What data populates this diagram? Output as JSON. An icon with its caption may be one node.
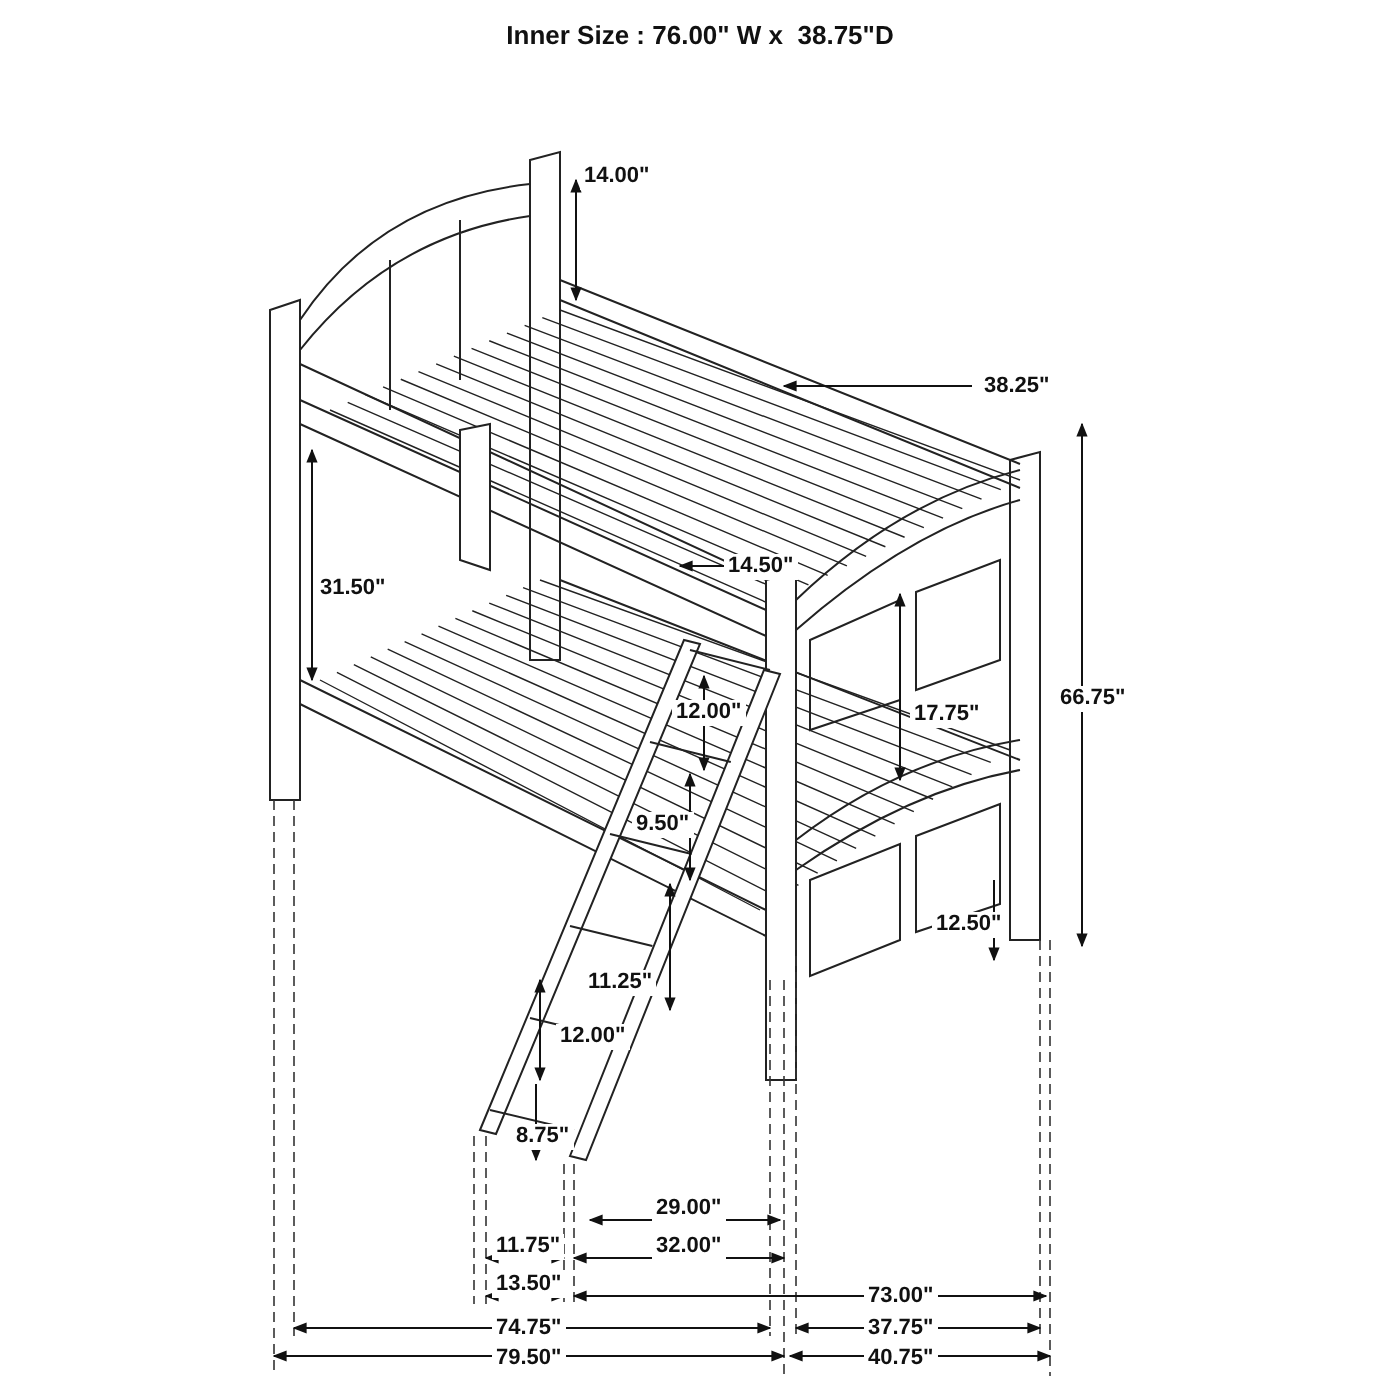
{
  "diagram": {
    "title": "Inner Size : 76.00\" W x  38.75\"D",
    "labels": [
      "14.00\"",
      "38.25\"",
      "31.50\"",
      "14.50\"",
      "66.75\"",
      "12.00\"",
      "17.75\"",
      "9.50\"",
      "11.25\"",
      "12.50\"",
      "12.00\"",
      "8.75\"",
      "29.00\"",
      "11.75\"",
      "32.00\"",
      "13.50\"",
      "73.00\"",
      "74.75\"",
      "37.75\"",
      "79.50\"",
      "40.75\""
    ]
  }
}
